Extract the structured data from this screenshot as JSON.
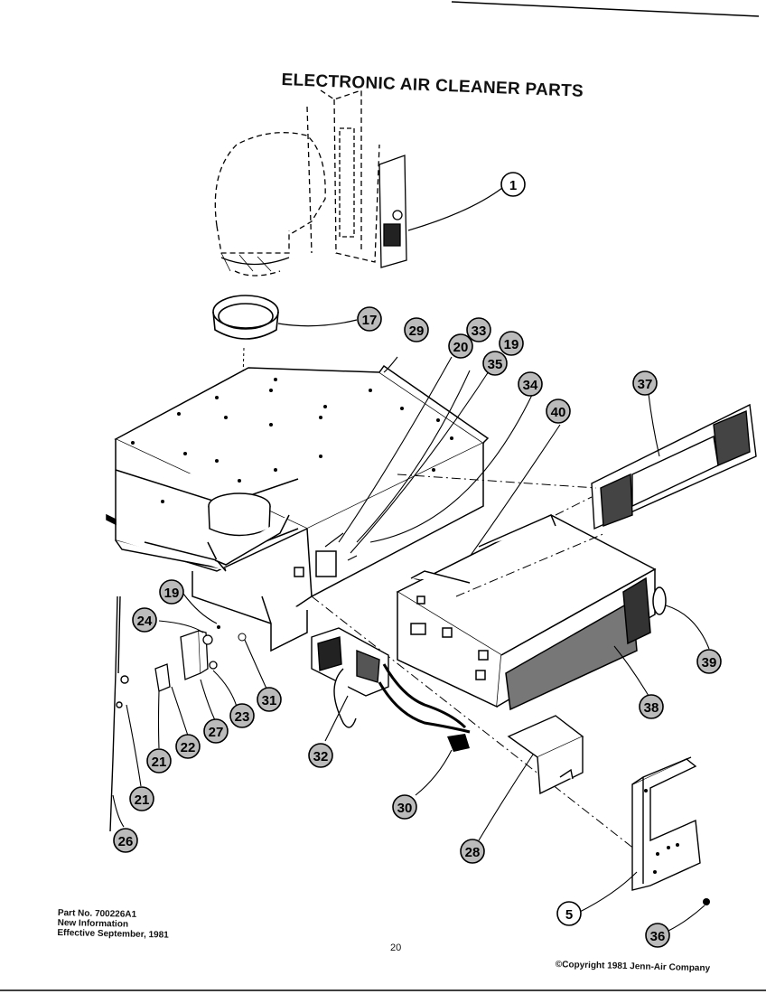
{
  "title": "ELECTRONIC AIR CLEANER PARTS",
  "footer": {
    "part_no": "Part No. 700226A1",
    "info": "New Information",
    "effective": "Effective September, 1981",
    "page_number": "20",
    "copyright": "©Copyright 1981 Jenn-Air Company"
  },
  "callouts": [
    "1",
    "17",
    "29",
    "33",
    "20",
    "19",
    "35",
    "34",
    "40",
    "37",
    "19",
    "24",
    "31",
    "23",
    "27",
    "22",
    "21",
    "21",
    "26",
    "32",
    "30",
    "28",
    "38",
    "39",
    "5",
    "36"
  ]
}
